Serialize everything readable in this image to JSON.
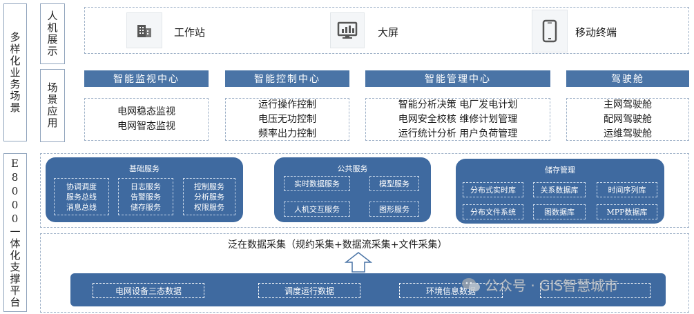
{
  "left_labels": {
    "scenarios": "多样化业务场景",
    "platform": "E8000一体化支撑平台"
  },
  "sub_labels": {
    "hmi": "人机展示",
    "scene_app": "场景应用"
  },
  "terminals": [
    {
      "label": "工作站",
      "icon": "building-icon"
    },
    {
      "label": "大屏",
      "icon": "monitor-chart-icon"
    },
    {
      "label": "移动终端",
      "icon": "mobile-phone-icon"
    }
  ],
  "centers": [
    {
      "title": "智能监视中心",
      "lines": [
        "电网稳态监视",
        "电网智态监视"
      ]
    },
    {
      "title": "智能控制中心",
      "lines": [
        "运行操作控制",
        "电压无功控制",
        "频率出力控制"
      ]
    },
    {
      "title": "智能管理中心",
      "lines": [
        "智能分析决策 电厂发电计划",
        "电网安全校核 维修计划管理",
        "运行统计分析 用户负荷管理"
      ]
    },
    {
      "title": "驾驶舱",
      "lines": [
        "主网驾驶舱",
        "配网驾驶舱",
        "运维驾驶舱"
      ]
    }
  ],
  "services": {
    "basic": {
      "title": "基础服务",
      "items": [
        [
          "协调调度",
          "服务总线",
          "消息总线"
        ],
        [
          "日志服务",
          "告警服务",
          "储存服务"
        ],
        [
          "控制服务",
          "分析服务",
          "权限服务"
        ]
      ]
    },
    "public": {
      "title": "公共服务",
      "items": [
        "实时数据服务",
        "模型服务",
        "人机交互服务",
        "图形服务"
      ]
    },
    "storage": {
      "title": "储存管理",
      "items": [
        "分布式实时库",
        "关系数据库",
        "时间序列库",
        "分布文件系统",
        "图数据库",
        "MPP数据库"
      ]
    }
  },
  "collection": {
    "title": "泛在数据采集（规约采集+数据流采集+文件采集）",
    "items": [
      "电网设备三态数据",
      "调度运行数据",
      "环境信息数据",
      ""
    ]
  },
  "watermark": "公众号 · GIS智慧城市",
  "colors": {
    "panel_blue": "#3f6aa0",
    "header_blue": "#4a74a6",
    "dash_border": "#9db0c7"
  }
}
